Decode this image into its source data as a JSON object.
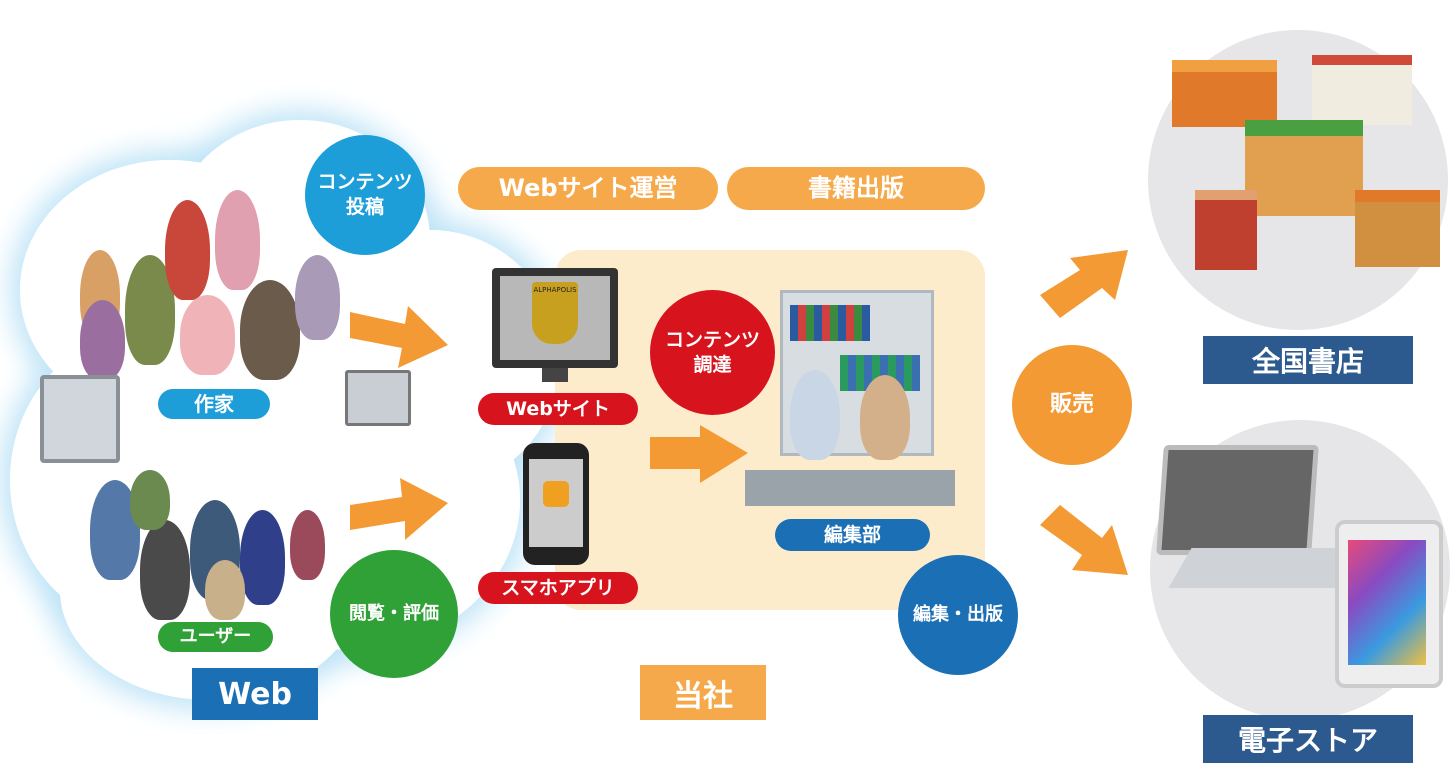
{
  "web_cloud": {
    "post_bubble": "コンテンツ\n投稿",
    "writers_label": "作家",
    "users_label": "ユーザー",
    "read_bubble": "閲覧・評価",
    "title": "Web"
  },
  "company": {
    "tag_web_ops": "Webサイト運営",
    "tag_publishing": "書籍出版",
    "website_label": "Webサイト",
    "app_label": "スマホアプリ",
    "logo_text": "ALPHAPOLIS",
    "procure_bubble": "コンテンツ\n調達",
    "editorial_label": "編集部",
    "edit_publish_bubble": "編集・出版",
    "title": "当社"
  },
  "sales": {
    "bubble": "販売",
    "bookstores_label": "全国書店",
    "estore_label": "電子ストア"
  },
  "colors": {
    "orange": "#f39a34",
    "blue_label": "#1b6fb4",
    "red": "#d7141e",
    "green": "#2fa137",
    "navy": "#2d5a8e"
  }
}
